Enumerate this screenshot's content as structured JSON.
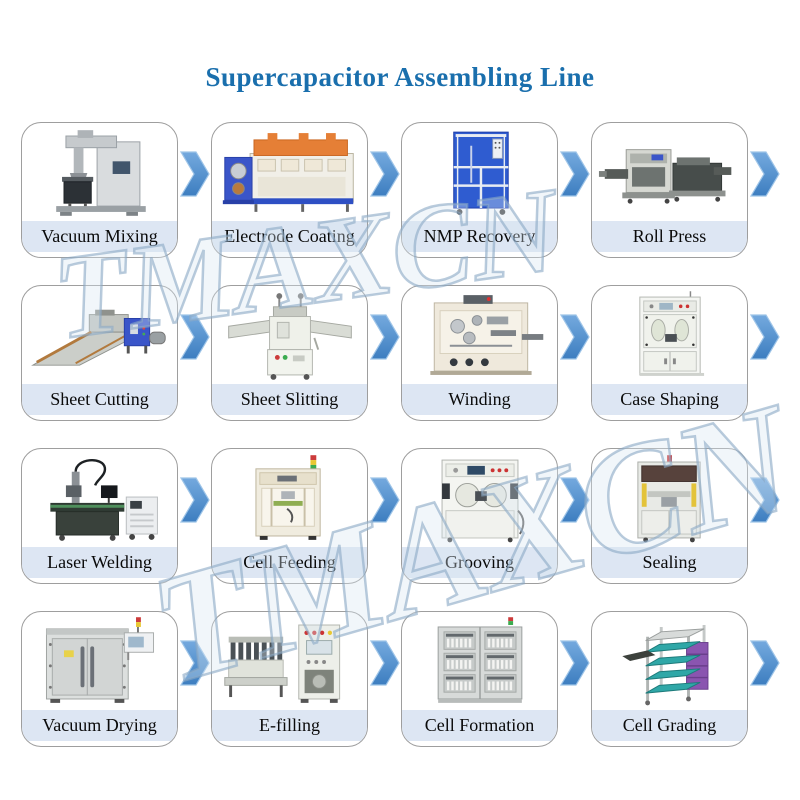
{
  "title": {
    "text": "Supercapacitor Assembling Line",
    "color": "#1a6fad"
  },
  "watermark": {
    "text": "TMAXCN",
    "color": "#8baac5"
  },
  "flow": {
    "direction": "left-to-right",
    "arrow_color": "#4a8fd2",
    "rows": 4,
    "columns": 4
  },
  "colors": {
    "label_bg": "#dde6f3",
    "card_border": "#9e9e9e",
    "background": "#ffffff"
  },
  "machines": [
    {
      "label": "Vacuum Mixing",
      "icon": "vacuum-mixing-machine"
    },
    {
      "label": "Electrode Coating",
      "icon": "electrode-coating-machine"
    },
    {
      "label": "NMP Recovery",
      "icon": "nmp-recovery-machine"
    },
    {
      "label": "Roll Press",
      "icon": "roll-press-machine"
    },
    {
      "label": "Sheet Cutting",
      "icon": "sheet-cutting-machine"
    },
    {
      "label": "Sheet Slitting",
      "icon": "sheet-slitting-machine"
    },
    {
      "label": "Winding",
      "icon": "winding-machine"
    },
    {
      "label": "Case Shaping",
      "icon": "case-shaping-machine"
    },
    {
      "label": "Laser Welding",
      "icon": "laser-welding-machine"
    },
    {
      "label": "Cell Feeding",
      "icon": "cell-feeding-machine"
    },
    {
      "label": "Grooving",
      "icon": "grooving-machine"
    },
    {
      "label": "Sealing",
      "icon": "sealing-machine"
    },
    {
      "label": "Vacuum Drying",
      "icon": "vacuum-drying-machine"
    },
    {
      "label": "E-filling",
      "icon": "e-filling-machine"
    },
    {
      "label": "Cell Formation",
      "icon": "cell-formation-machine"
    },
    {
      "label": "Cell Grading",
      "icon": "cell-grading-machine"
    }
  ]
}
